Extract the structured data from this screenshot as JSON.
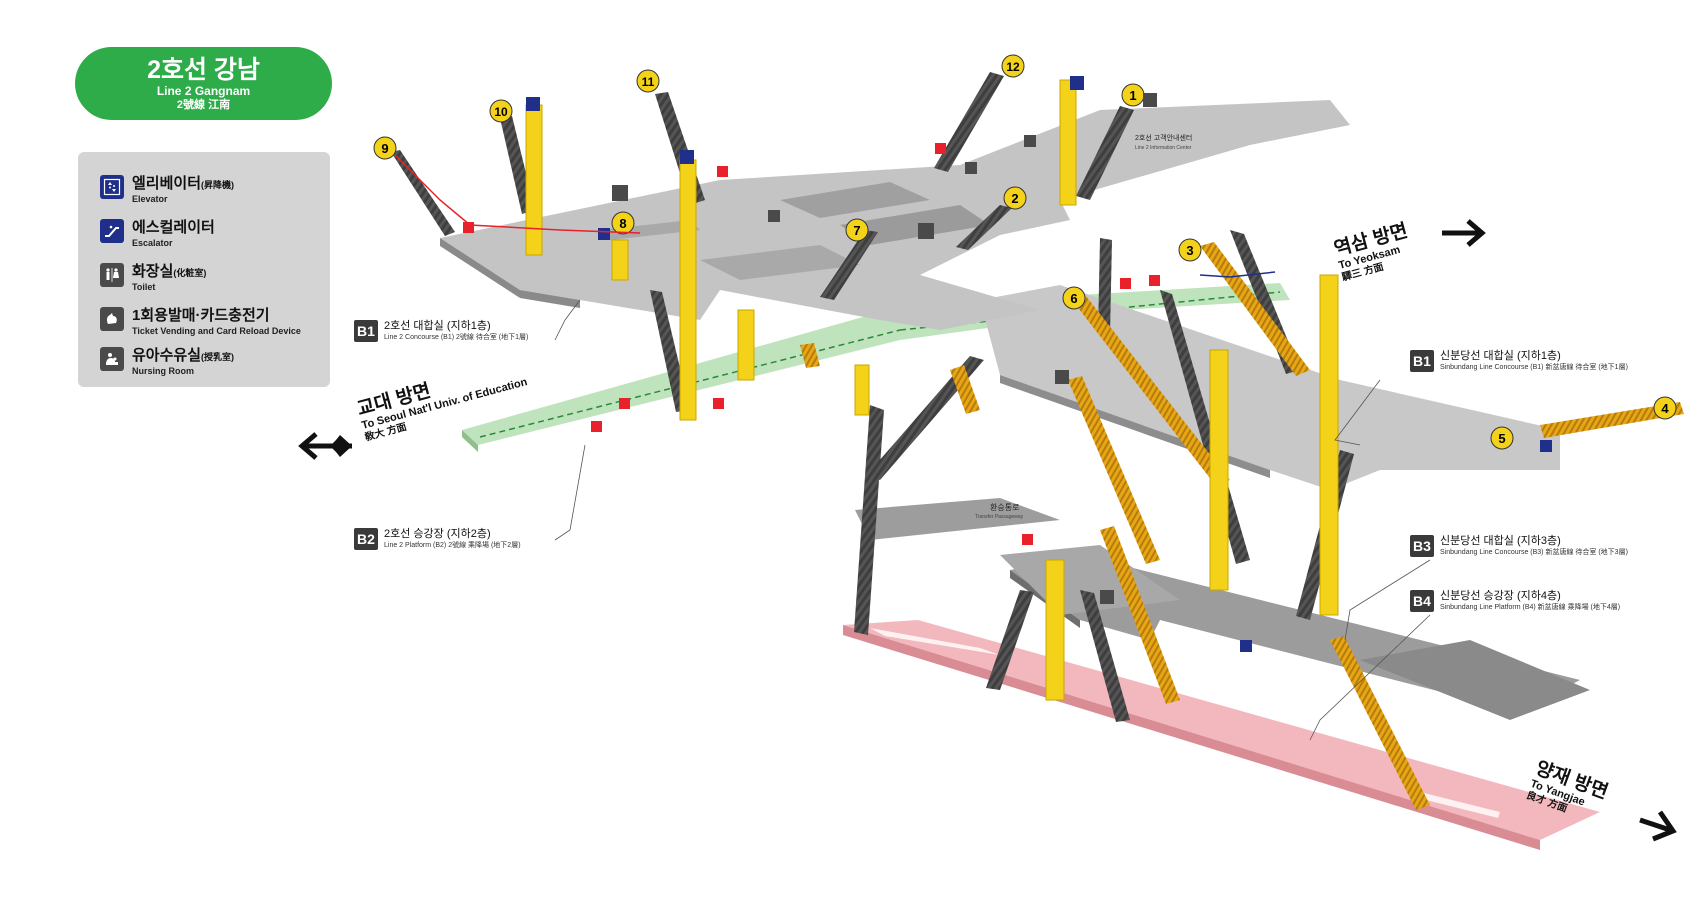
{
  "title": {
    "main": "2호선 강남",
    "en": "Line 2 Gangnam",
    "hanja": "2號線 江南"
  },
  "legend": [
    {
      "ko": "엘리베이터",
      "sub": "(昇降機)",
      "en": "Elevator",
      "icon": "elevator-icon"
    },
    {
      "ko": "에스컬레이터",
      "sub": "",
      "en": "Escalator",
      "icon": "escalator-icon"
    },
    {
      "ko": "화장실",
      "sub": "(化粧室)",
      "en": "Toilet",
      "icon": "toilet-icon"
    },
    {
      "ko": "1회용발매·카드충전기",
      "sub": "",
      "en": "Ticket Vending and Card Reload Device",
      "icon": "ticket-machine-icon"
    },
    {
      "ko": "유아수유실",
      "sub": "(授乳室)",
      "en": "Nursing Room",
      "icon": "nursing-room-icon"
    }
  ],
  "floors": {
    "b1_line2": {
      "badge": "B1",
      "ko": "2호선 대합실 (지하1층)",
      "en": "Line 2 Concourse (B1)  2號線 待合室 (地下1層)"
    },
    "b2_line2": {
      "badge": "B2",
      "ko": "2호선 승강장 (지하2층)",
      "en": "Line 2 Platform (B2)  2號線 乘降場 (地下2層)"
    },
    "b1_sinbundang": {
      "badge": "B1",
      "ko": "신분당선 대합실 (지하1층)",
      "en": "Sinbundang Line Concourse (B1)  新盆唐線 待合室 (地下1層)"
    },
    "b3_sinbundang": {
      "badge": "B3",
      "ko": "신분당선 대합실 (지하3층)",
      "en": "Sinbundang Line Concourse (B3)  新盆唐線 待合室 (地下3層)"
    },
    "b4_sinbundang": {
      "badge": "B4",
      "ko": "신분당선 승강장 (지하4층)",
      "en": "Sinbundang Line Platform (B4)  新盆唐線 乘降場 (地下4層)"
    }
  },
  "directions": {
    "gyodae": {
      "ko": "교대 방면",
      "en": "To Seoul Nat'l Univ. of Education",
      "hanja": "敎大 方面"
    },
    "yeoksam": {
      "ko": "역삼 방면",
      "en": "To Yeoksam",
      "hanja": "驛三 方面"
    },
    "yangjae": {
      "ko": "양재 방면",
      "en": "To Yangjae",
      "hanja": "良才 方面"
    }
  },
  "annotations": {
    "info_center": "2호선 고객안내센터",
    "info_center_en": "Line 2 Information Center",
    "transfer": "환승통로",
    "transfer_en": "Transfer Passageway"
  },
  "exits": [
    "1",
    "2",
    "3",
    "4",
    "5",
    "6",
    "7",
    "8",
    "9",
    "10",
    "11",
    "12"
  ],
  "colors": {
    "line2_green": "#2eac4a",
    "elevator_yellow": "#f3d219",
    "platform_pink": "#f3b8bd",
    "concourse_gray": "#bdbdbd",
    "legend_bg": "#d4d4d4",
    "icon_blue": "#1f2f8a",
    "ticket_red": "#e8212b"
  }
}
